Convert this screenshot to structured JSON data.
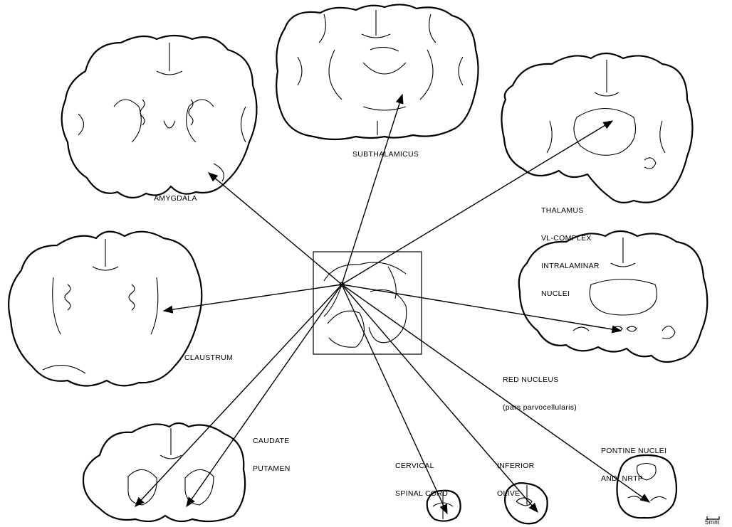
{
  "labels": {
    "subthalamicus": "SUBTHALAMICUS",
    "amygdala": "AMYGDALA",
    "thalamus": [
      "THALAMUS",
      "VL-COMPLEX",
      "INTRALAMINAR",
      "NUCLEI"
    ],
    "claustrum": "CLAUSTRUM",
    "red_nucleus": [
      "RED NUCLEUS",
      "(pars parvocellularis)"
    ],
    "caudate_putamen": [
      "CAUDATE",
      "PUTAMEN"
    ],
    "cervical_spinal_cord": [
      "CERVICAL",
      "SPINAL CORD"
    ],
    "inferior_olive": [
      "INFERIOR",
      "OLIVE"
    ],
    "pontine_nuclei": [
      "PONTINE NUCLEI",
      "AND  NRTP"
    ]
  },
  "scale_bar": "5mm"
}
